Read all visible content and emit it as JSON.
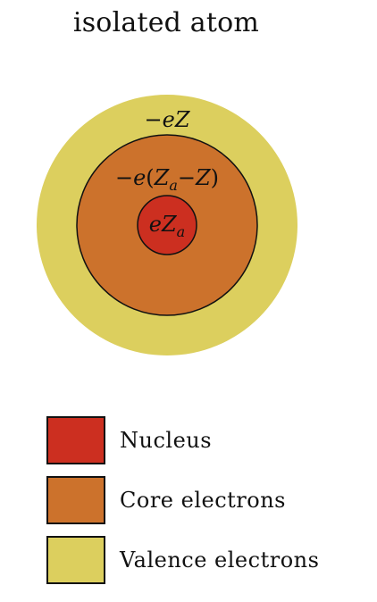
{
  "title": "isolated atom",
  "diagram": {
    "labels": {
      "outer": "−eZ",
      "core": "−e(Za−Z)",
      "nucleus": "eZa"
    }
  },
  "legend": {
    "items": [
      {
        "label": "Nucleus",
        "color": "#cc2f20"
      },
      {
        "label": "Core electrons",
        "color": "#cc722c"
      },
      {
        "label": "Valence electrons",
        "color": "#dccf5e"
      }
    ]
  },
  "colors": {
    "nucleus": "#cc2f20",
    "core": "#cc722c",
    "valence": "#dccf5e",
    "outline": "#111111"
  }
}
